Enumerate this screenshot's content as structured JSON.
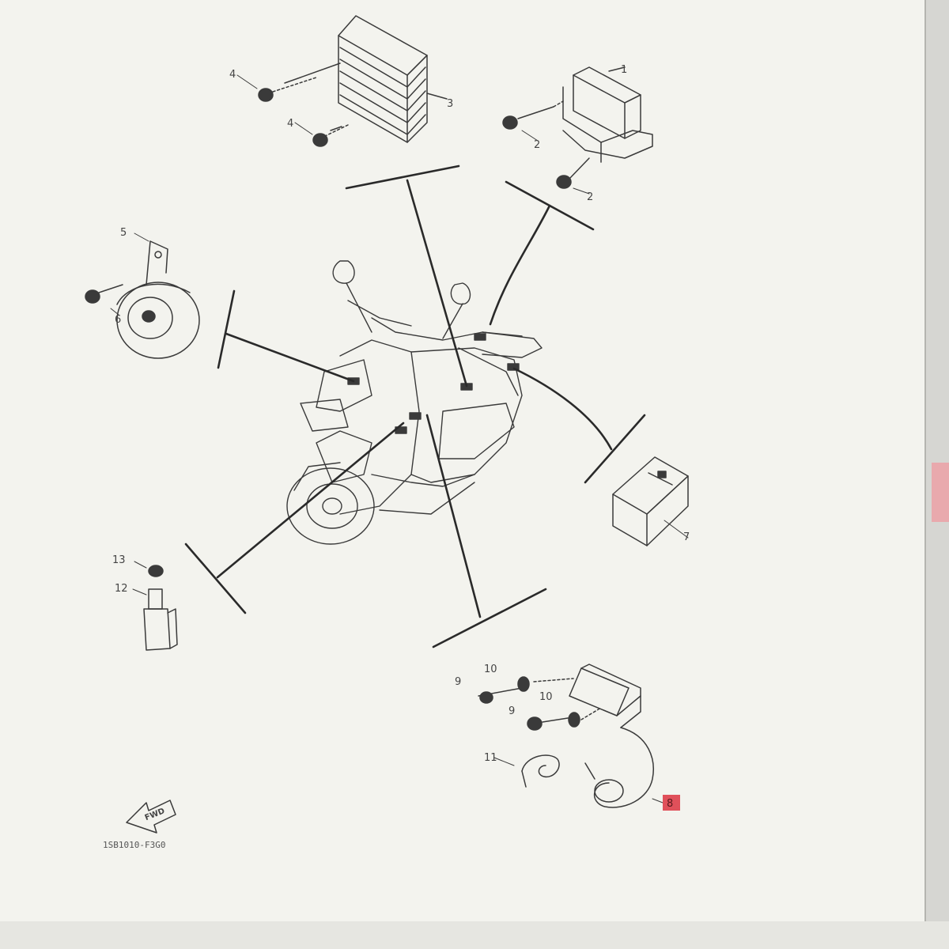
{
  "diagram": {
    "part_numbers": {
      "p1": "1",
      "p2a": "2",
      "p2b": "2",
      "p3": "3",
      "p4a": "4",
      "p4b": "4",
      "p5": "5",
      "p6": "6",
      "p7": "7",
      "p8": "8",
      "p9a": "9",
      "p9b": "9",
      "p10a": "10",
      "p10b": "10",
      "p11": "11",
      "p12": "12",
      "p13": "13"
    },
    "highlighted_part": "8",
    "highlight_color": "#e0505a",
    "fwd_label": "FWD",
    "diagram_code": "1SB1010-F3G0"
  },
  "colors": {
    "paper": "#f3f3ee",
    "ink": "#3a3a3a",
    "frame": "#c8c8c4"
  }
}
